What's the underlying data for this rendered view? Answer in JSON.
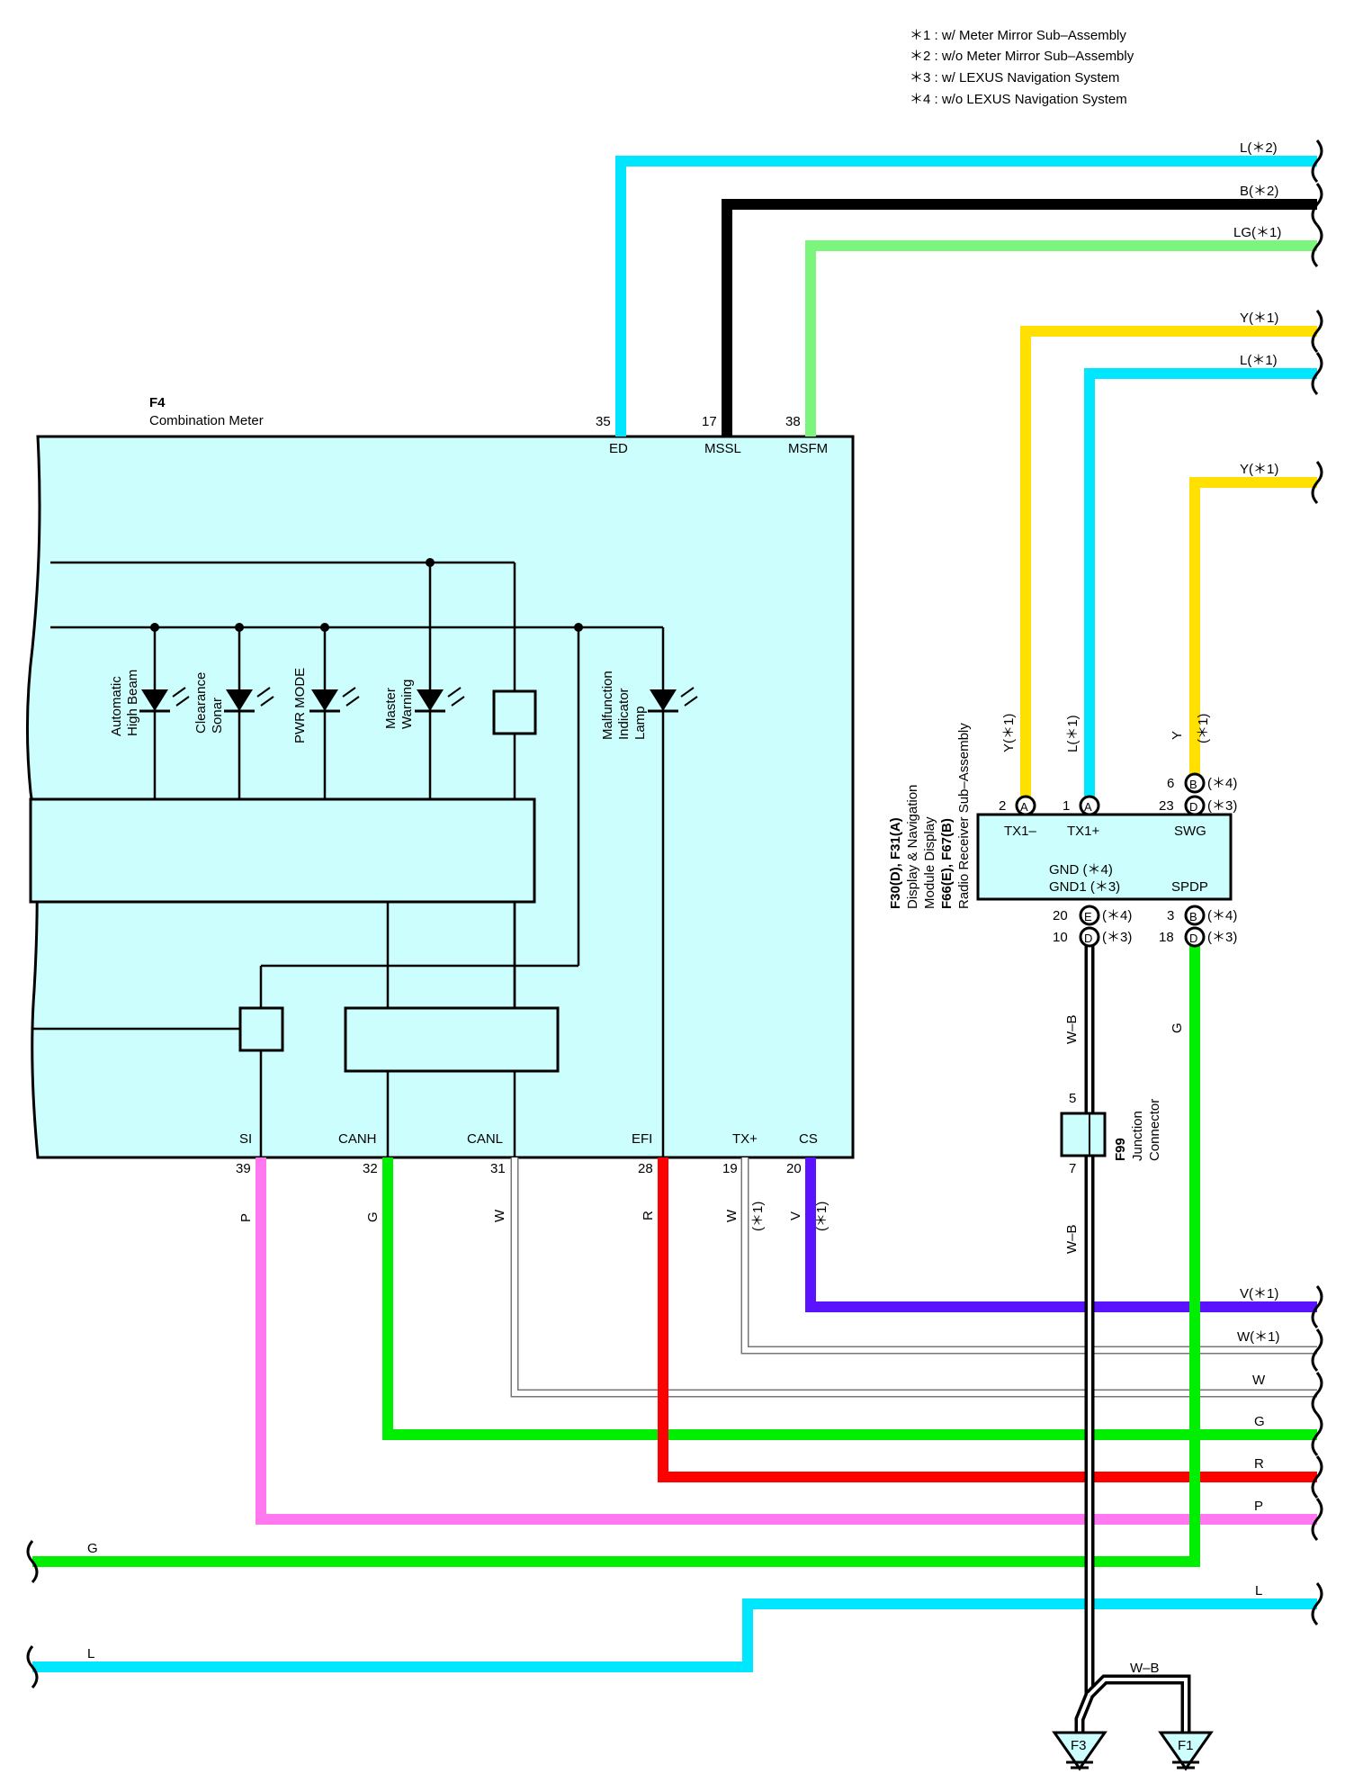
{
  "notes": [
    "＊1 : w/ Meter Mirror Sub–Assembly",
    "＊2 : w/o Meter Mirror Sub–Assembly",
    "＊3 : w/ LEXUS Navigation System",
    "＊4 : w/o LEXUS Navigation System"
  ],
  "colors": {
    "L": "#00e6ff",
    "B": "#000000",
    "LG": "#7cf57c",
    "Y": "#ffe000",
    "V": "#5a12ff",
    "W": "#ffffff",
    "G": "#00ee00",
    "R": "#ff0000",
    "P": "#ff78f0",
    "WB": "#000000",
    "meter_fill": "#ccfefe"
  },
  "meter": {
    "code": "F4",
    "name": "Combination Meter",
    "top_pins": [
      {
        "num": "35",
        "name": "ED"
      },
      {
        "num": "17",
        "name": "MSSL"
      },
      {
        "num": "38",
        "name": "MSFM"
      }
    ],
    "bottom_pins": [
      {
        "num": "39",
        "name": "SI",
        "wire": "P"
      },
      {
        "num": "32",
        "name": "CANH",
        "wire": "G"
      },
      {
        "num": "31",
        "name": "CANL",
        "wire": "W"
      },
      {
        "num": "28",
        "name": "EFI",
        "wire": "R"
      },
      {
        "num": "19",
        "name": "TX+",
        "wire": "W",
        "note": "(＊1)"
      },
      {
        "num": "20",
        "name": "CS",
        "wire": "V",
        "note": "(＊1)"
      }
    ],
    "lamps": {
      "auto_high_beam": [
        "Automatic",
        "High Beam"
      ],
      "clearance_sonar": [
        "Clearance",
        "Sonar"
      ],
      "pwr_mode": [
        "PWR MODE"
      ],
      "master_warning": [
        "Master",
        "Warning"
      ],
      "malfunction": [
        "Malfunction",
        "Indicator",
        "Lamp"
      ]
    }
  },
  "top_wires": [
    {
      "label": "L(＊2)"
    },
    {
      "label": "B(＊2)"
    },
    {
      "label": "LG(＊1)"
    },
    {
      "label": "Y(＊1)"
    },
    {
      "label": "L(＊1)"
    },
    {
      "label": "Y(＊1)"
    }
  ],
  "display": {
    "codes1": "F30(D), F31(A)",
    "name1": "Display & Navigation",
    "name1b": "Module Display",
    "codes2": "F66(E), F67(B)",
    "name2": "Radio Receiver Sub–Assembly",
    "pins_top": [
      {
        "num": "2",
        "conn": "A",
        "name": "TX1–",
        "wire": "Y(＊1)"
      },
      {
        "num": "1",
        "conn": "A",
        "name": "TX1+",
        "wire": "L(＊1)"
      },
      {
        "num": "6",
        "conn": "B",
        "note": "(＊4)"
      },
      {
        "num": "23",
        "conn": "D",
        "note": "(＊3)",
        "name": "SWG",
        "wire": "Y",
        "wire_note": "(＊1)"
      }
    ],
    "pins_bottom": [
      {
        "num": "20",
        "conn": "E",
        "note": "(＊4)"
      },
      {
        "num": "10",
        "conn": "D",
        "note": "(＊3)"
      },
      {
        "num": "3",
        "conn": "B",
        "note": "(＊4)"
      },
      {
        "num": "18",
        "conn": "D",
        "note": "(＊3)"
      }
    ],
    "gnd4": "GND (＊4)",
    "gnd3": "GND1 (＊3)",
    "spdp": "SPDP"
  },
  "junction": {
    "code": "F99",
    "name1": "Junction",
    "name2": "Connector",
    "pin_top": "5",
    "pin_bottom": "7",
    "wire": "W–B"
  },
  "wire_labels": {
    "wb_upper": "W–B",
    "wb_lower": "W–B",
    "wb_f1": "W–B",
    "g_spdp": "G"
  },
  "bottom_wires": [
    {
      "label": "V(＊1)"
    },
    {
      "label": "W(＊1)"
    },
    {
      "label": "W"
    },
    {
      "label": "G"
    },
    {
      "label": "R"
    },
    {
      "label": "P"
    },
    {
      "label": "L"
    }
  ],
  "left_wires": [
    {
      "label": "G"
    },
    {
      "label": "L"
    }
  ],
  "grounds": [
    "F3",
    "F1"
  ]
}
